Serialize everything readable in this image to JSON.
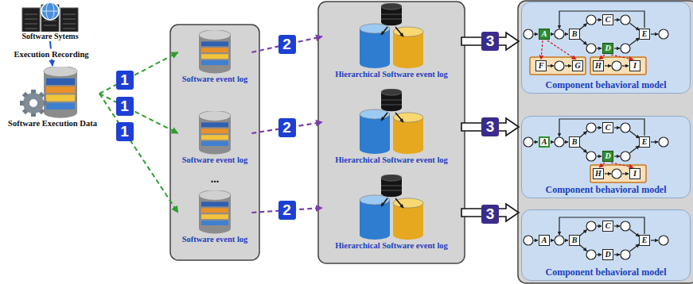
{
  "diagram": {
    "nodes": [
      {
        "text": [
          "Software Sytems"
        ]
      },
      {
        "text": [
          "Software Execution Data"
        ]
      },
      {
        "text": [
          "Software event log"
        ]
      },
      {
        "text": [
          "Hierarchical Software event log"
        ]
      },
      {
        "text": [
          "Component behavioral model"
        ]
      },
      {
        "text": [
          "A"
        ],
        "in": 4
      },
      {
        "text": [
          "B"
        ],
        "in": 4
      },
      {
        "text": [
          "C"
        ],
        "in": 4
      },
      {
        "text": [
          "D"
        ],
        "in": 4
      },
      {
        "text": [
          "E"
        ],
        "in": 4
      },
      {
        "text": [
          "F"
        ],
        "in": 4
      },
      {
        "text": [
          "G"
        ],
        "in": 4
      },
      {
        "text": [
          "H"
        ],
        "in": 4
      },
      {
        "text": [
          "I"
        ],
        "in": 4
      },
      {
        "text": [
          "Software event log"
        ]
      },
      {
        "text": [
          "Hierarchical Software event log"
        ]
      },
      {
        "text": [
          "Component behavioral model"
        ]
      },
      {
        "text": [
          "A"
        ],
        "in": 16
      },
      {
        "text": [
          "B"
        ],
        "in": 16
      },
      {
        "text": [
          "C"
        ],
        "in": 16
      },
      {
        "text": [
          "D"
        ],
        "in": 16
      },
      {
        "text": [
          "E"
        ],
        "in": 16
      },
      {
        "text": [
          "H"
        ],
        "in": 16
      },
      {
        "text": [
          "I"
        ],
        "in": 16
      },
      {
        "text": [
          "Software event log"
        ]
      },
      {
        "text": [
          "Hierarchical Software event log"
        ]
      },
      {
        "text": [
          "Component behavioral model"
        ]
      },
      {
        "text": [
          "A"
        ],
        "in": 26
      },
      {
        "text": [
          "B"
        ],
        "in": 26
      },
      {
        "text": [
          "C"
        ],
        "in": 26
      },
      {
        "text": [
          "D"
        ],
        "in": 26
      },
      {
        "text": [
          "E"
        ],
        "in": 26
      }
    ],
    "edges": [
      {
        "from": 0,
        "to": 1,
        "arrow": "to",
        "label": "Execution Recording"
      },
      {
        "from": 1,
        "to": 2,
        "arrow": "to",
        "label": "1"
      },
      {
        "from": 1,
        "to": 14,
        "arrow": "to",
        "label": "1"
      },
      {
        "from": 1,
        "to": 24,
        "arrow": "to",
        "label": "1"
      },
      {
        "from": 2,
        "to": 3,
        "arrow": "to",
        "label": "2"
      },
      {
        "from": 14,
        "to": 15,
        "arrow": "to",
        "label": "2"
      },
      {
        "from": 24,
        "to": 25,
        "arrow": "to",
        "label": "2"
      },
      {
        "from": 3,
        "to": 4,
        "arrow": "to",
        "label": "3"
      },
      {
        "from": 15,
        "to": 16,
        "arrow": "to",
        "label": "3"
      },
      {
        "from": 25,
        "to": 26,
        "arrow": "to",
        "label": "3"
      }
    ],
    "labels": [
      "..."
    ]
  }
}
